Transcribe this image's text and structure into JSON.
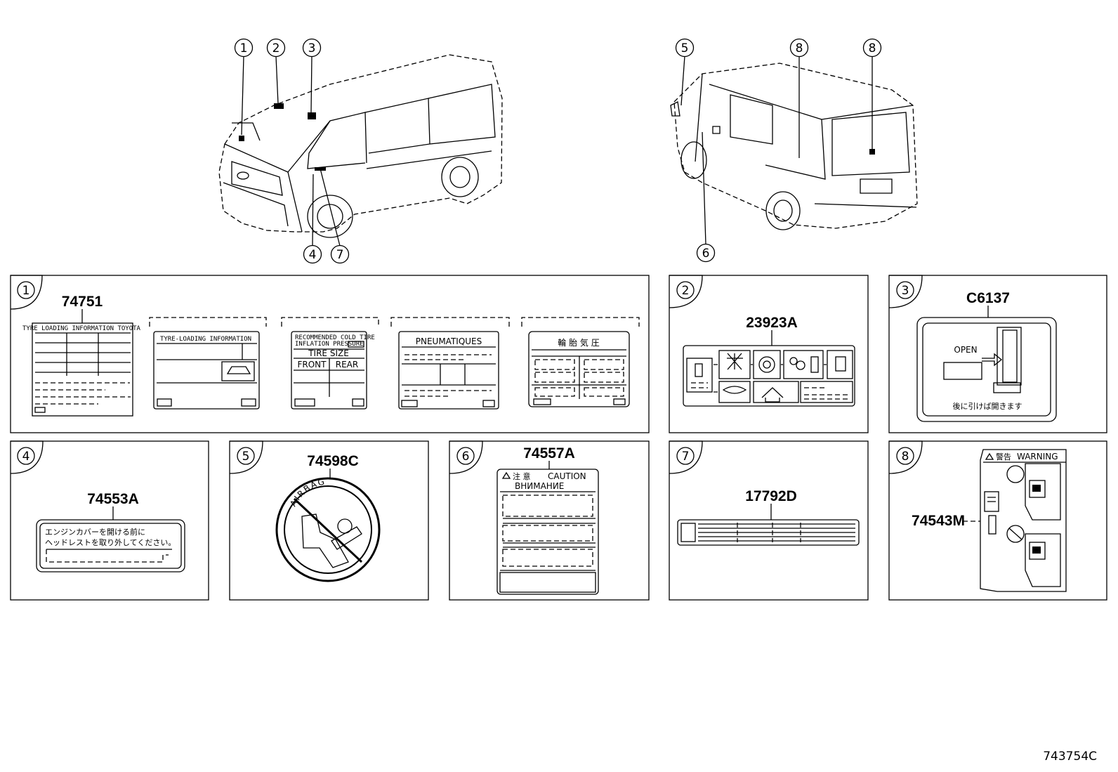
{
  "callouts": [
    "1",
    "2",
    "3",
    "4",
    "5",
    "6",
    "7",
    "8"
  ],
  "parts": {
    "p1": "74751",
    "p2": "23923A",
    "p3": "C6137",
    "p4": "74553A",
    "p5": "74598C",
    "p6": "74557A",
    "p7": "17792D",
    "p8": "74543M"
  },
  "label_text": {
    "tire_info_1": "TYRE LOADING INFORMATION TOYOTA",
    "tire_info_2": "TYRE-LOADING INFORMATION",
    "tire_rec": "RECOMMENDED COLD TIRE",
    "tire_inflation": "INFLATION PRESSURE",
    "tire_size": "TIRE SIZE",
    "front": "FRONT",
    "rear": "REAR",
    "pneumatiques": "PNEUMATIQUES",
    "cn_tire": "輪 胎 気 圧",
    "open": "OPEN",
    "jp_open": "後に引けば開きます",
    "engine_cover_line1": "エンジンカバーを開ける前に",
    "engine_cover_line2": "ヘッドレストを取り外してください。",
    "airbag": "AIRBAG",
    "caution_jp": "注 意",
    "caution": "CAUTION",
    "caution_ru": "ВНИМАНИЕ",
    "warning_jp": "警告",
    "warning": "WARNING"
  },
  "diagram_code": "743754C"
}
